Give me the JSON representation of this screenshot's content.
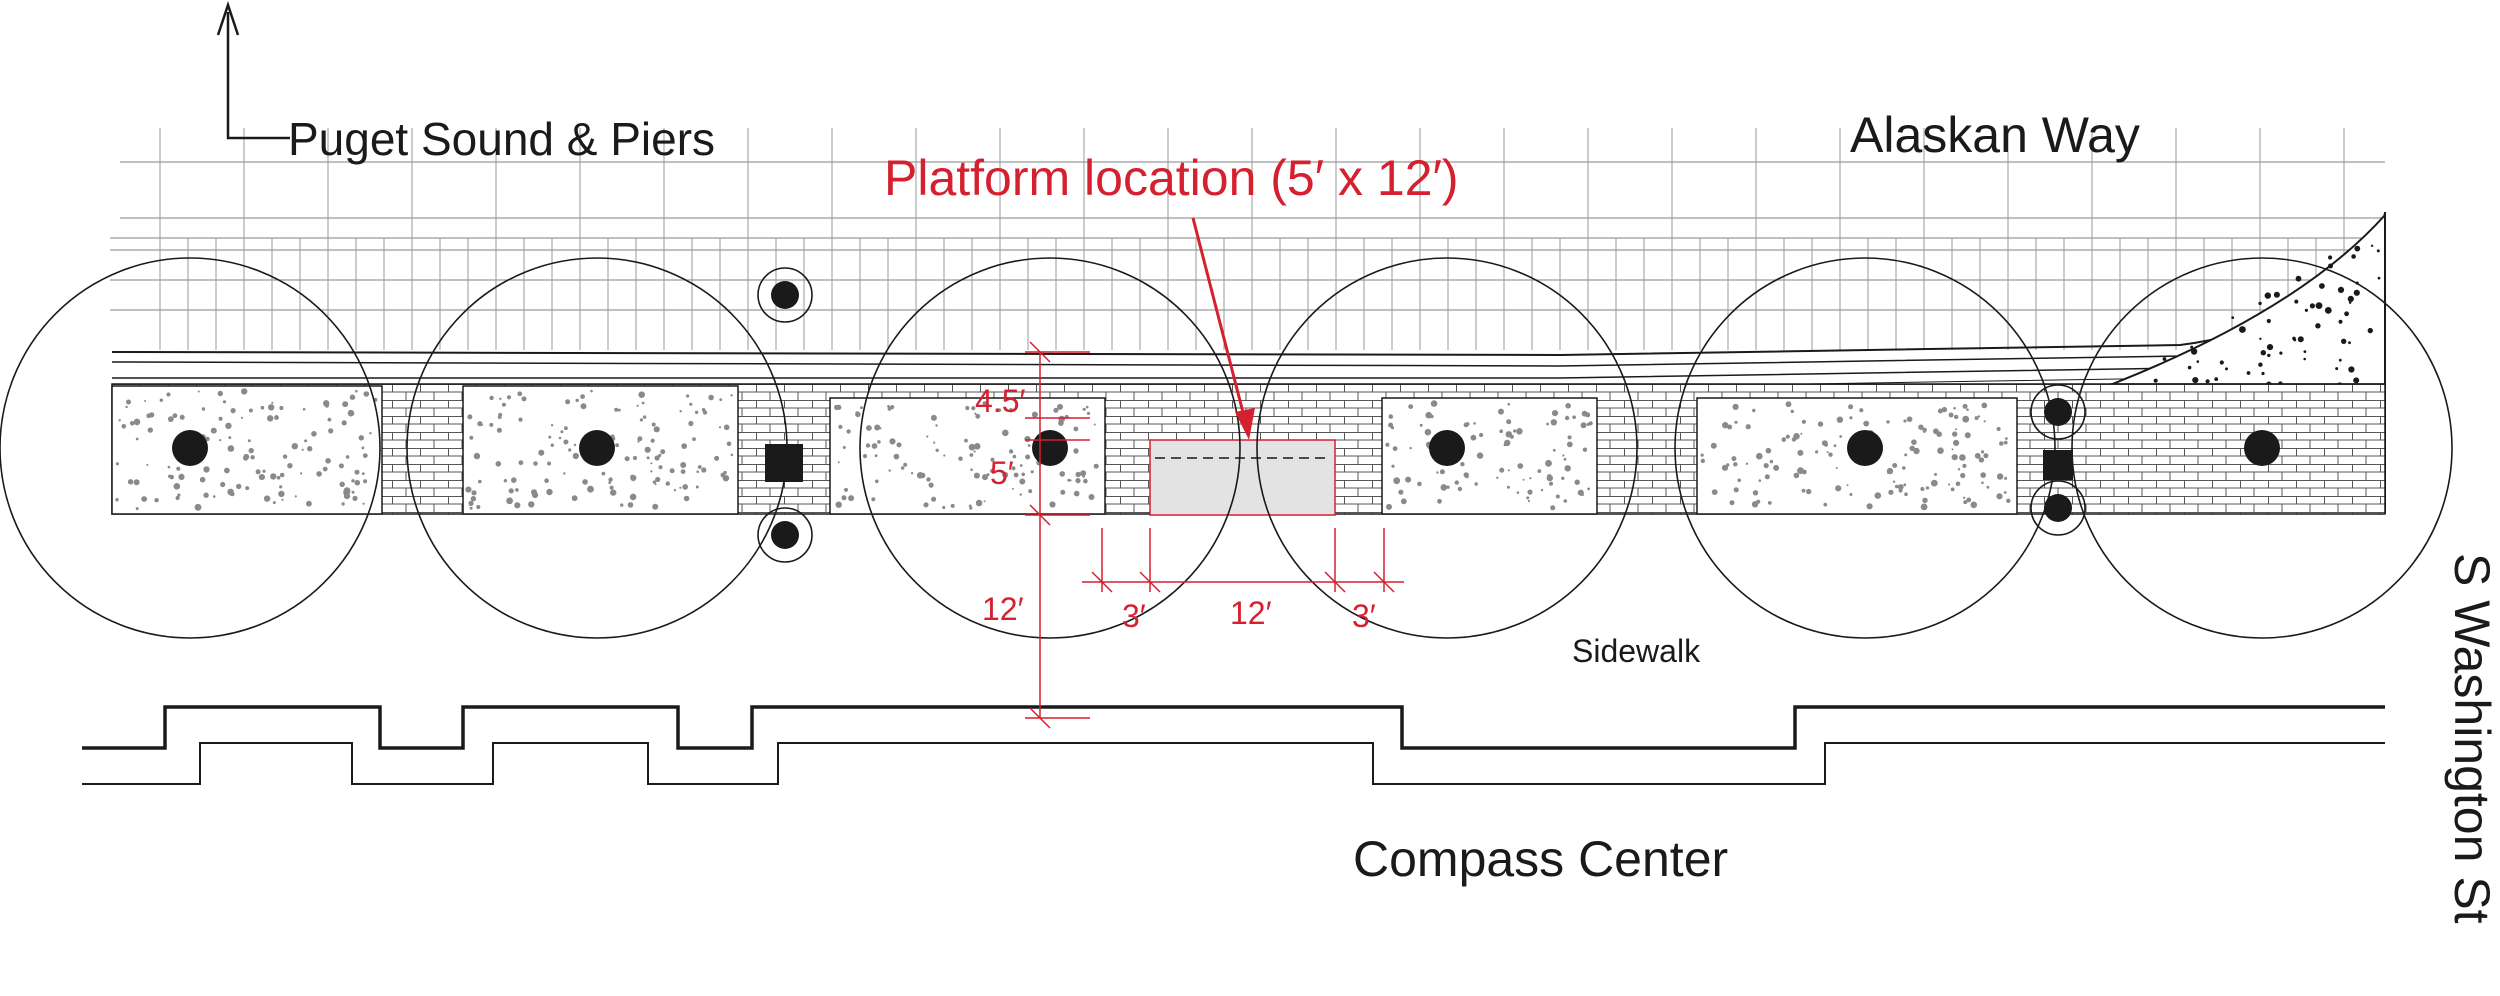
{
  "labels": {
    "north_direction": "Puget Sound & Piers",
    "street_top": "Alaskan Way",
    "platform_callout": "Platform location (5′ x 12′)",
    "sidewalk": "Sidewalk",
    "building": "Compass Center",
    "street_side": "S Washington St"
  },
  "dimensions": {
    "setback_top": "4.5′",
    "platform_depth": "5′",
    "distance_to_building": "12′",
    "clearance_left": "3′",
    "platform_length": "12′",
    "clearance_right": "3′"
  },
  "colors": {
    "linework": "#1a1a1a",
    "annotation_red": "#d4202f",
    "platform_fill": "#e3e3e3",
    "pavement_dots": "#8a8a8a"
  },
  "icons": {
    "north_arrow": "arrow-up-icon",
    "tree": "tree-circle-icon",
    "light_pole": "square-post-icon"
  }
}
